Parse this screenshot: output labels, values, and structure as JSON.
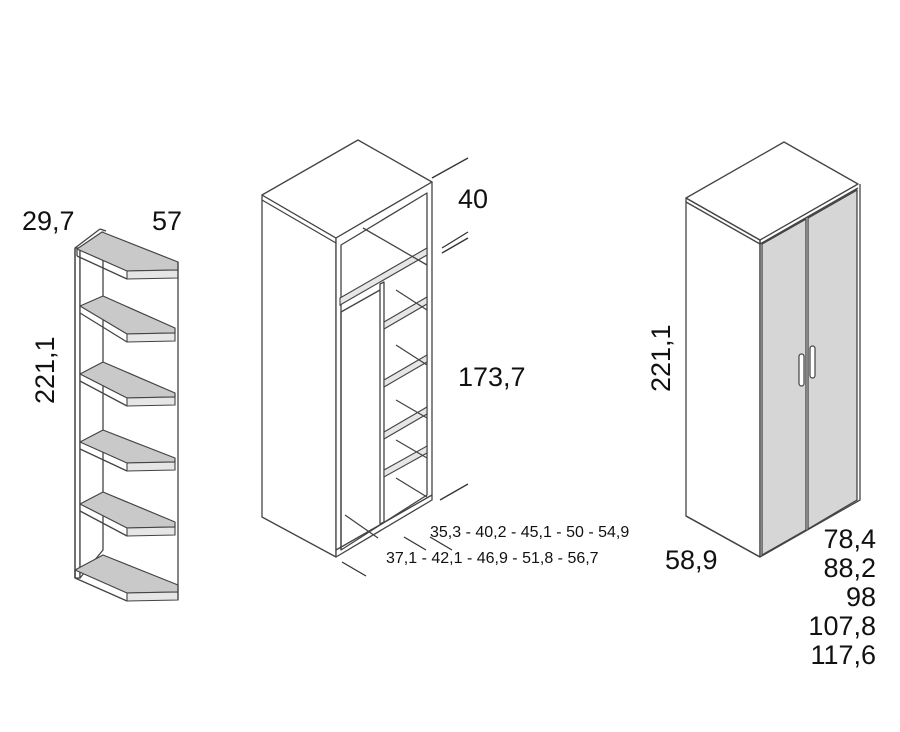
{
  "corner_shelf": {
    "depth_label": "29,7",
    "width_label": "57",
    "height_label": "221,1"
  },
  "open_wardrobe": {
    "top_label": "40",
    "body_label": "173,7",
    "width_line_1": "35,3 - 40,2 - 45,1 - 50 - 54,9",
    "width_line_2": "37,1 - 42,1 - 46,9 - 51,8 - 56,7"
  },
  "closed_wardrobe": {
    "height_label": "221,1",
    "depth_label": "58,9",
    "widths": [
      "78,4",
      "88,2",
      "98",
      "107,8",
      "117,6"
    ]
  },
  "colors": {
    "line": "#444444",
    "shelf_fill": "#c9c9c9",
    "door_fill": "#d6d6d6"
  }
}
